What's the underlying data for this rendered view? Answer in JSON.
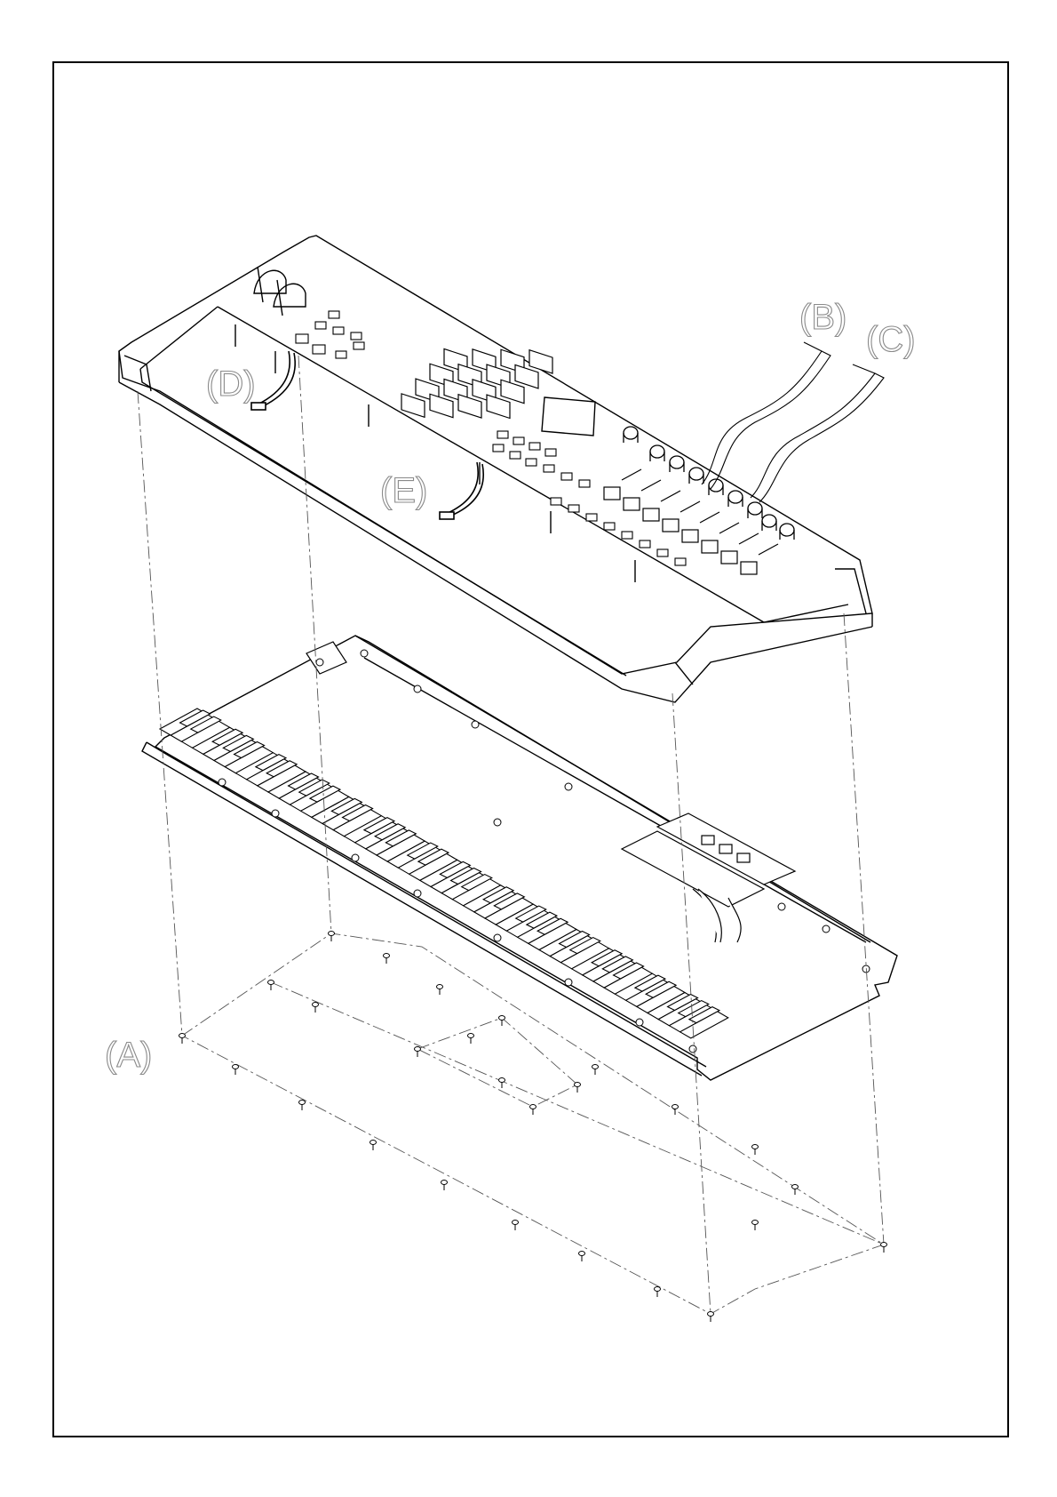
{
  "callouts": {
    "a": "(A)",
    "b": "(B)",
    "c": "(C)",
    "d": "(D)",
    "e": "(E)"
  },
  "colors": {
    "line": "#000000",
    "callout_outline": "#8a8a8a",
    "background": "#ffffff"
  }
}
